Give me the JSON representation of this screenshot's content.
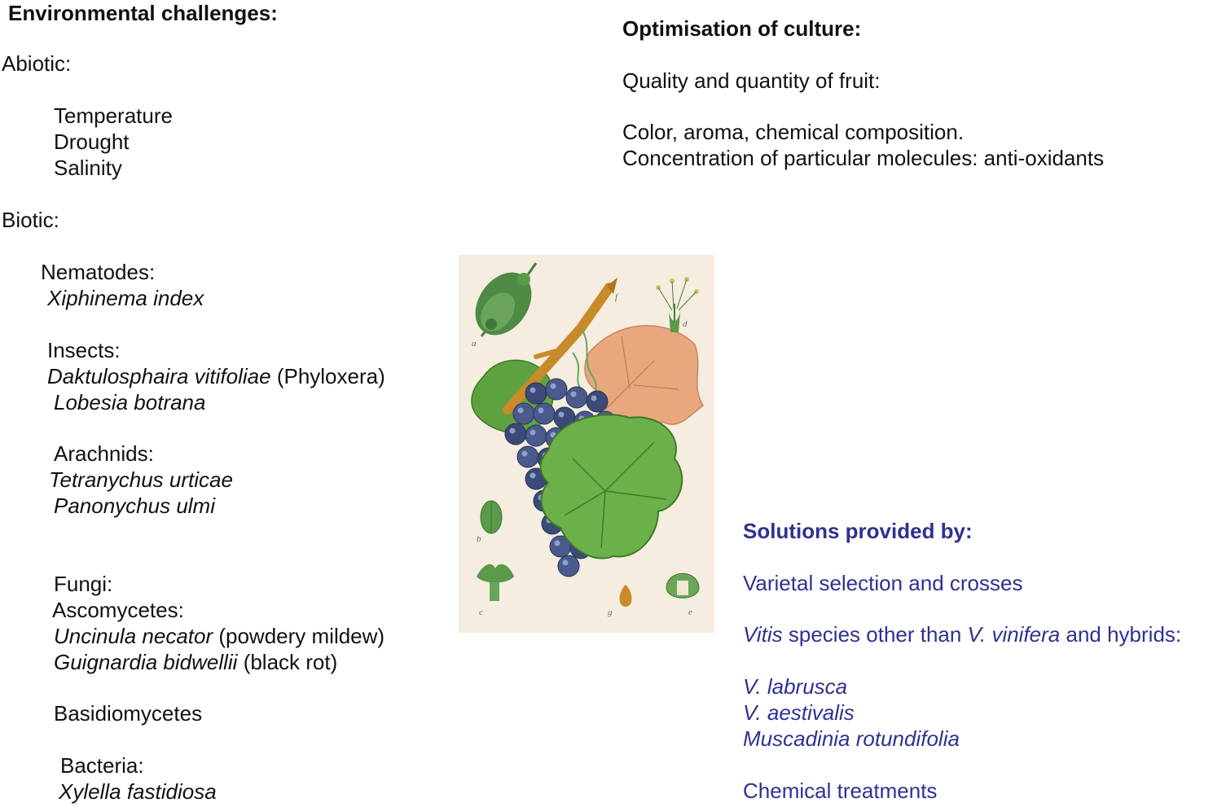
{
  "env": {
    "title": "Environmental challenges:",
    "abiotic": {
      "label": "Abiotic:",
      "items": [
        "Temperature",
        "Drought",
        "Salinity"
      ]
    },
    "biotic": {
      "label": "Biotic:",
      "nematodes": {
        "label": "Nematodes:",
        "species": "Xiphinema index"
      },
      "insects": {
        "label": "Insects:",
        "species1": "Daktulosphaira vitifoliae",
        "species1_note": " (Phyloxera)",
        "species2": "Lobesia botrana"
      },
      "arachnids": {
        "label": "Arachnids:",
        "species1": "Tetranychus urticae",
        "species2": "Panonychus ulmi"
      },
      "fungi": {
        "label": "Fungi:",
        "ascomycetes": "Ascomycetes:",
        "sp1": "Uncinula necator",
        "sp1_note": " (powdery mildew)",
        "sp2": "Guignardia bidwellii",
        "sp2_note": " (black rot)",
        "basidiomycetes": "Basidiomycetes"
      },
      "bacteria": {
        "label": "Bacteria:",
        "species": "Xylella fastidiosa"
      }
    }
  },
  "culture": {
    "title": "Optimisation of culture:",
    "line1": "Quality and quantity of fruit:",
    "line2": "Color, aroma, chemical composition.",
    "line3": "Concentration of particular molecules: anti-oxidants"
  },
  "solutions": {
    "title": "Solutions provided by:",
    "item1": "Varietal selection and crosses",
    "item2_a": "Vitis",
    "item2_b": " species other than ",
    "item2_c": "V. vinifera",
    "item2_d": " and hybrids:",
    "species": [
      "V. labrusca",
      "V. aestivalis",
      "Muscadinia rotundifolia"
    ],
    "item3": "Chemical treatments"
  },
  "illustration": {
    "labels": [
      "a",
      "b",
      "c",
      "d",
      "e",
      "f",
      "g"
    ]
  },
  "colors": {
    "text": "#111111",
    "solutions_blue": "#2e3192",
    "grape": "#4a5a8c",
    "leaf_green": "#5aa33a",
    "leaf_autumn": "#e0a070",
    "stem": "#c98a2a"
  }
}
